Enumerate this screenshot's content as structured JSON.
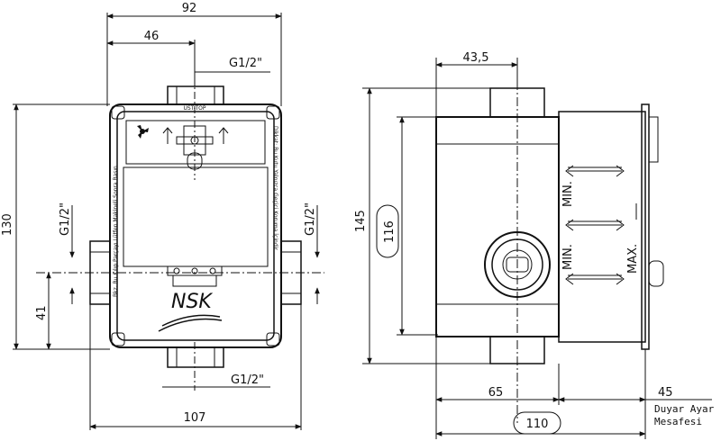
{
  "front_view": {
    "dim_width_top": "92",
    "dim_center": "46",
    "dim_height": "130",
    "dim_bottom_offset": "41",
    "dim_width_bottom": "107",
    "thread_top": "G1/2\"",
    "thread_bottom": "G1/2\"",
    "thread_left": "G1/2\"",
    "thread_right": "G1/2\"",
    "top_label": "ÜST-TOP",
    "brand": "NSK",
    "left_side_text": "Bkz. Bu Kılıp Parçayı Lütfen Makineli Sonra Basın",
    "right_side_text": "Dikkat: Bu Kutu Yalnızca Geçici Koruma İçindir"
  },
  "side_view": {
    "dim_offset": "43,5",
    "dim_height": "145",
    "dim_inner_height": "116",
    "dim_depth": "65",
    "dim_adjust": "45",
    "dim_total": "110",
    "adjust_note_line1": "Duyar Ayar",
    "adjust_note_line2": "Mesafesi",
    "label_min_top": "MIN.",
    "label_min_bottom": "MIN.",
    "label_max": "MAX."
  }
}
